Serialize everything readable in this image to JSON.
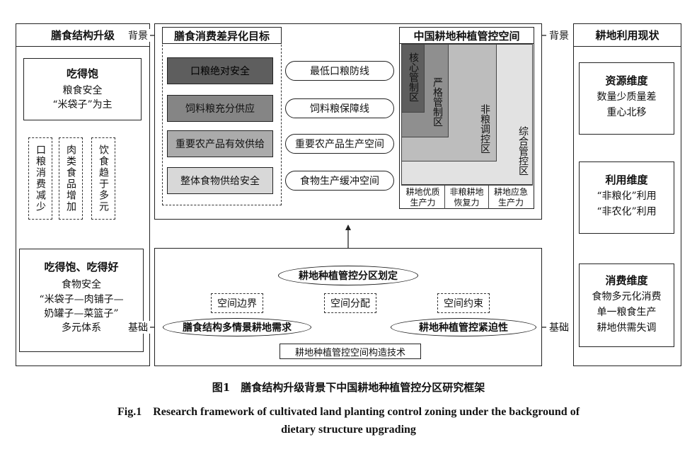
{
  "left": {
    "title": "膳食结构升级",
    "top": {
      "title": "吃得饱",
      "line1": "粮食安全",
      "line2": "“米袋子”为主"
    },
    "cols": [
      "口粮消费减少",
      "肉类食品增加",
      "饮食趋于多元"
    ],
    "bottom": {
      "title": "吃得饱、吃得好",
      "line1": "食物安全",
      "line2": "“米袋子—肉铺子—",
      "line3": "奶罐子—菜篮子”",
      "line4": "多元体系"
    }
  },
  "labels": {
    "bg_left": "背景",
    "bg_right": "背景",
    "base_left": "基础",
    "base_right": "基础"
  },
  "goals": {
    "title": "膳食消费差异化目标",
    "items": [
      "口粮绝对安全",
      "饲料粮充分供应",
      "重要农产品有效供给",
      "整体食物供给安全"
    ],
    "pills": [
      "最低口粮防线",
      "饲料粮保障线",
      "重要农产品生产空间",
      "食物生产缓冲空间"
    ]
  },
  "zones": {
    "title": "中国耕地种植管控空间",
    "core": "核心管制区",
    "strict": "严格管制区",
    "nongrain": "非粮调控区",
    "comprehensive": "综合管控区",
    "bottom": [
      "耕地优质生产力",
      "非粮耕地恢复力",
      "耕地应急生产力"
    ]
  },
  "right": {
    "title": "耕地利用现状",
    "b1": {
      "title": "资源维度",
      "line1": "数量少质量差",
      "line2": "重心北移"
    },
    "b2": {
      "title": "利用维度",
      "line1": "“非粮化”利用",
      "line2": "“非农化”利用"
    },
    "b3": {
      "title": "消费维度",
      "line1": "食物多元化消费",
      "line2": "单一粮食生产",
      "line3": "耕地供需失调"
    }
  },
  "bottom_panel": {
    "top_ellipse": "耕地种植管控分区划定",
    "left_ellipse": "膳食结构多情景耕地需求",
    "right_ellipse": "耕地种植管控紧迫性",
    "d1": "空间边界",
    "d2": "空间分配",
    "d3": "空间约束",
    "tech": "耕地种植管控空间构造技术"
  },
  "caption": {
    "cn": "图1　膳食结构升级背景下中国耕地种植管控分区研究框架",
    "en1": "Fig.1　Research framework of cultivated land planting control zoning under the background of",
    "en2": "dietary structure upgrading"
  }
}
